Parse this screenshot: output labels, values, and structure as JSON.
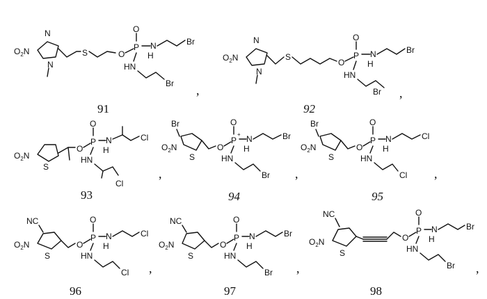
{
  "compounds": [
    {
      "number": "91",
      "italic": false
    },
    {
      "number": "92",
      "italic": true
    },
    {
      "number": "93",
      "italic": false
    },
    {
      "number": "94",
      "italic": true
    },
    {
      "number": "95",
      "italic": true
    },
    {
      "number": "96",
      "italic": false
    },
    {
      "number": "97",
      "italic": false
    },
    {
      "number": "98",
      "italic": false
    }
  ],
  "labels": {
    "o2n": "O2N",
    "o2": "O",
    "two": "2",
    "n": "N",
    "s": "S",
    "o": "O",
    "p": "P",
    "h": "H",
    "hn": "HN",
    "nh": "N",
    "br": "Br",
    "cl": "Cl",
    "nc": "NC",
    "plus": "+"
  },
  "separator": ","
}
